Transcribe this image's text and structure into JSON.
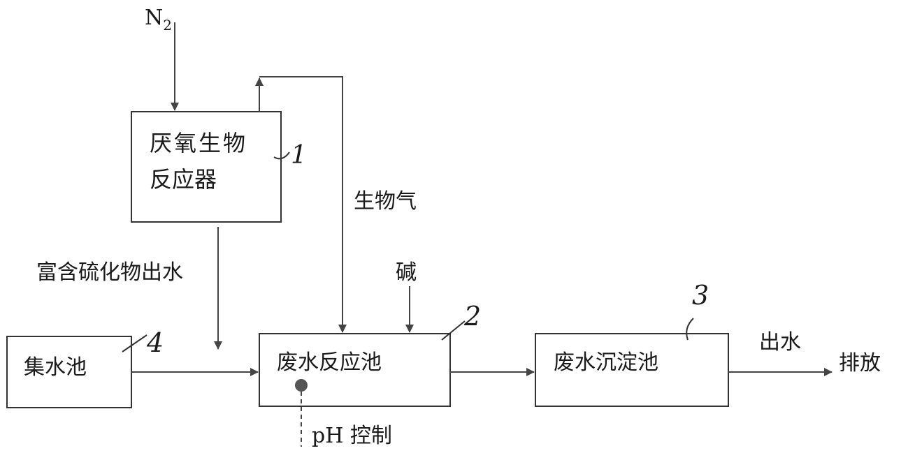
{
  "diagram": {
    "nodes": {
      "reactor": {
        "line1": "厌氧生物",
        "line2": "反应器",
        "tag": "1"
      },
      "collection": {
        "label": "集水池",
        "tag": "4"
      },
      "reaction": {
        "label": "废水反应池",
        "tag": "2"
      },
      "sediment": {
        "label": "废水沉淀池",
        "tag": "3"
      }
    },
    "labels": {
      "n2_main": "N",
      "n2_sub": "2",
      "biogas": "生物气",
      "sulfide_effluent": "富含硫化物出水",
      "alkali": "碱",
      "effluent": "出水",
      "discharge": "排放",
      "ph_control": "pH 控制"
    },
    "colors": {
      "ink": "#1a1a1a",
      "line": "#444444",
      "probe": "#555555"
    }
  }
}
